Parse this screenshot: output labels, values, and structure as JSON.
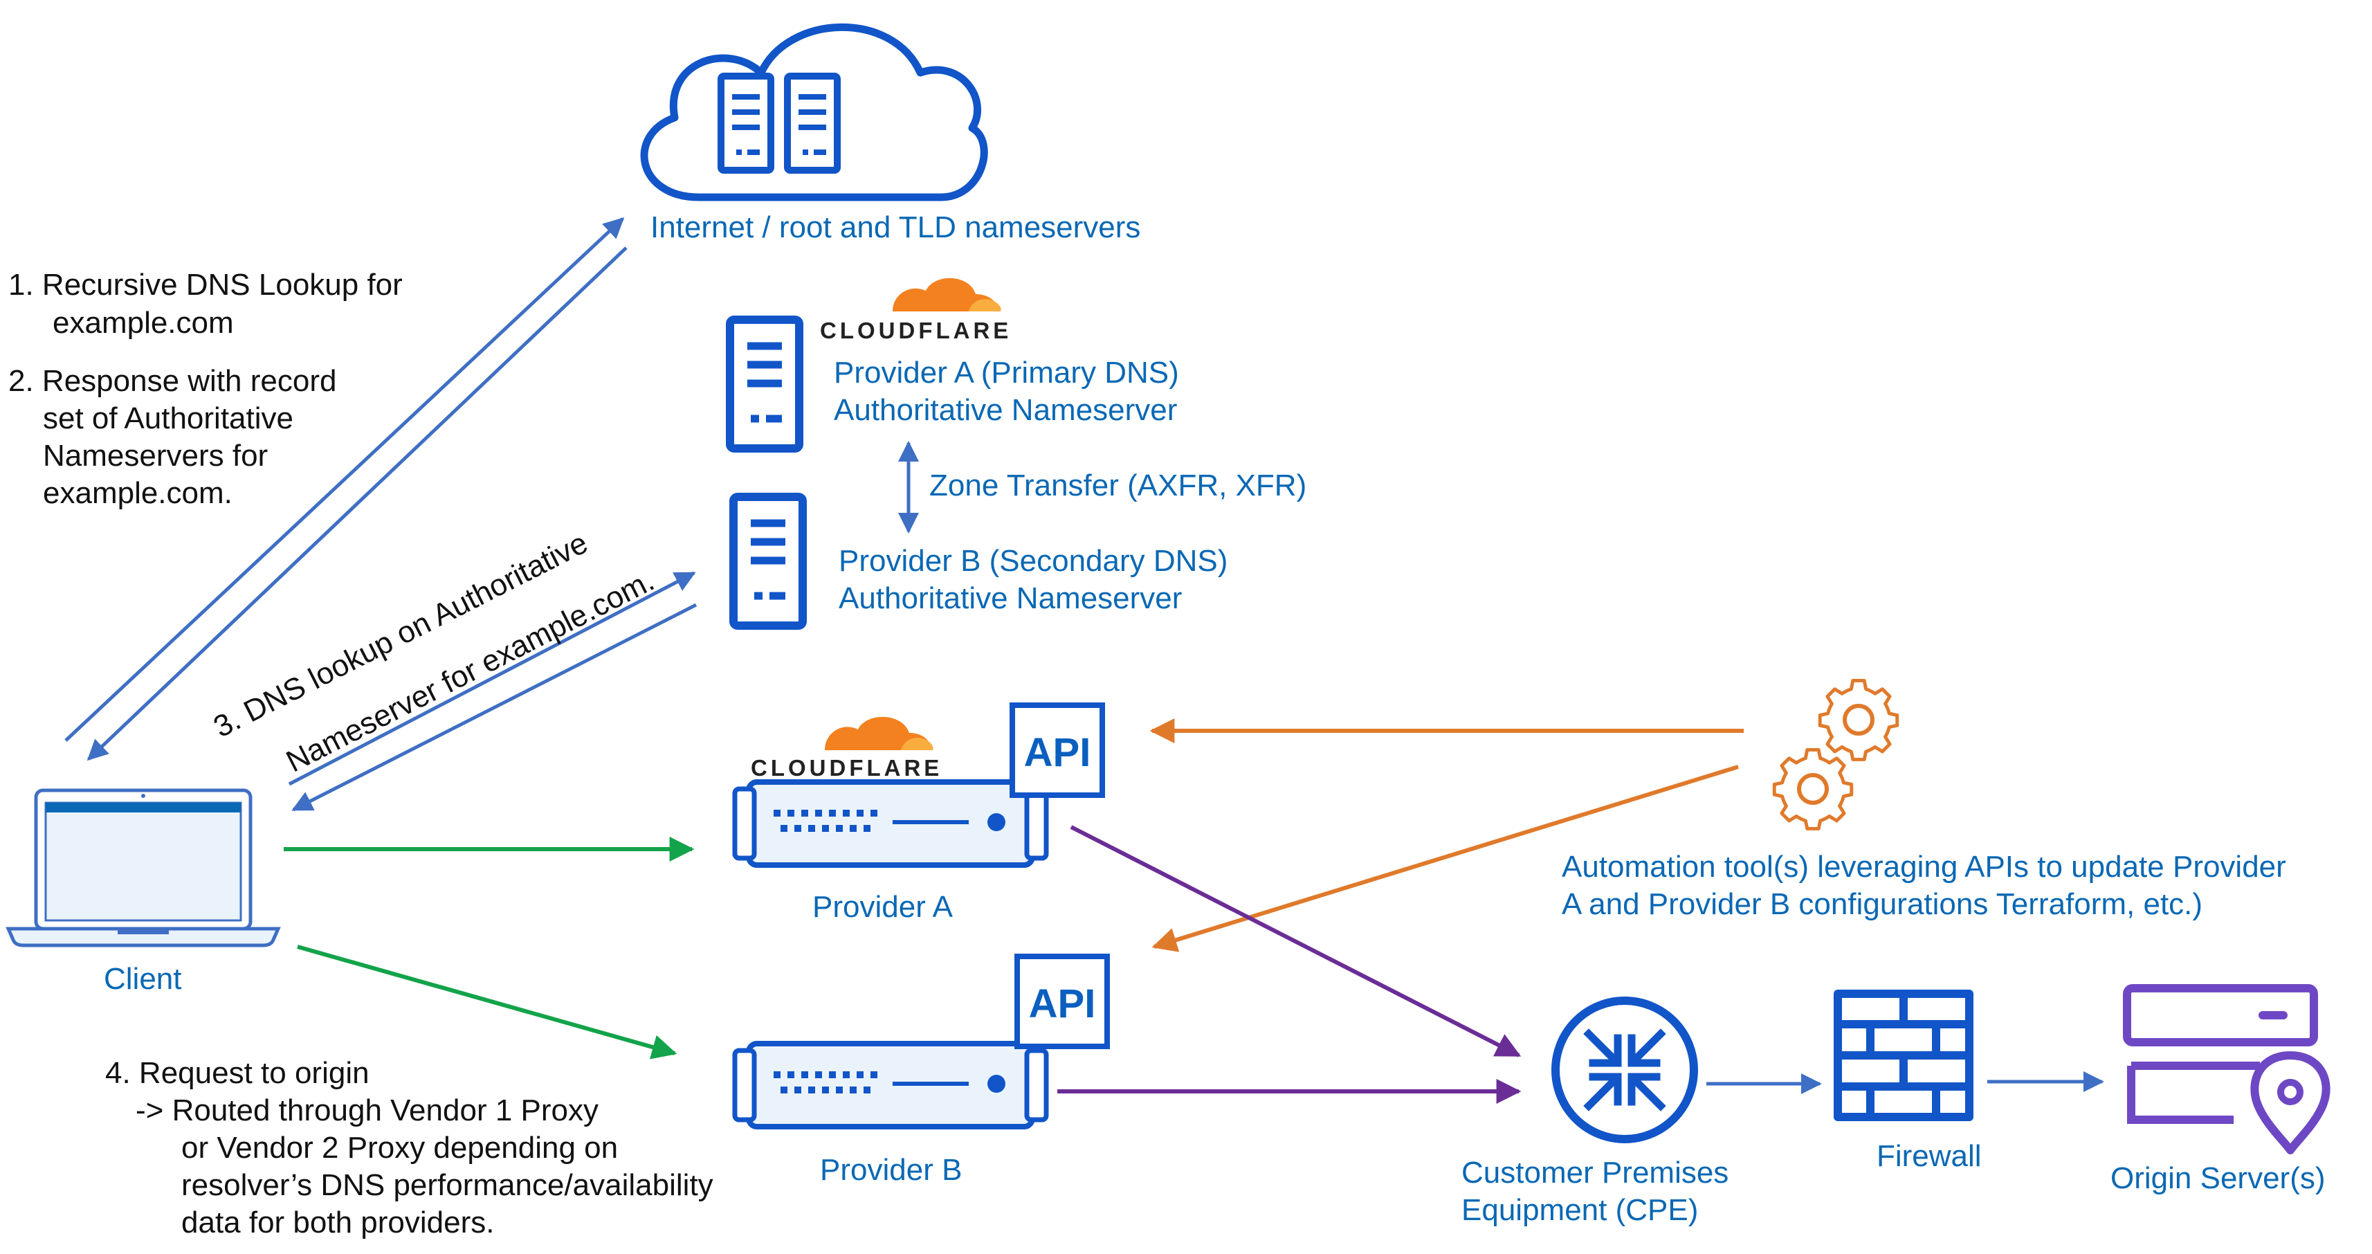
{
  "colors": {
    "blue_icon": "#1155c8",
    "blue_text": "#0a68b4",
    "blue_arrow": "#3f6fc4",
    "green_arrow": "#13a34a",
    "orange_arrow": "#e07a2b",
    "purple_arrow": "#6a2d96",
    "cloudflare_orange": "#f48120",
    "cloudflare_light": "#faad3f",
    "origin_purple": "#6e48c4"
  },
  "nodes": {
    "internet": {
      "label": "Internet / root and TLD nameservers",
      "icon": "cloud-servers-icon"
    },
    "provider_a_ns": {
      "brand": "CLOUDFLARE",
      "line1": "Provider A  (Primary DNS)",
      "line2": "Authoritative Nameserver",
      "icon": "server-icon"
    },
    "provider_b_ns": {
      "line1": "Provider B  (Secondary DNS)",
      "line2": "Authoritative Nameserver",
      "icon": "server-icon"
    },
    "zone_transfer": {
      "label": "Zone Transfer (AXFR, XFR)"
    },
    "client": {
      "label": "Client",
      "icon": "laptop-icon"
    },
    "provider_a_proxy": {
      "brand": "CLOUDFLARE",
      "label": "Provider A",
      "api": "API",
      "icon": "network-appliance-icon"
    },
    "provider_b_proxy": {
      "label": "Provider B",
      "api": "API",
      "icon": "network-appliance-icon"
    },
    "automation": {
      "line1": "Automation tool(s)  leveraging APIs to update Provider",
      "line2": "A and Provider B configurations Terraform, etc.)",
      "icon": "gears-icon"
    },
    "cpe": {
      "line1": "Customer Premises",
      "line2": "Equipment (CPE)",
      "icon": "router-icon"
    },
    "firewall": {
      "label": "Firewall",
      "icon": "firewall-icon"
    },
    "origin": {
      "label": "Origin Server(s)",
      "icon": "origin-server-icon"
    }
  },
  "steps": {
    "step1": {
      "line1": "1. Recursive DNS Lookup for",
      "line2": "example.com"
    },
    "step2": {
      "line1": "2. Response with record",
      "line2": "set of Authoritative",
      "line3": "Nameservers for",
      "line4": "example.com."
    },
    "step3": {
      "line1": "3. DNS lookup on Authoritative",
      "line2": "Nameserver for example.com."
    },
    "step4": {
      "line1": "4. Request to origin",
      "line2": "-> Routed through Vendor 1 Proxy",
      "line3": "or Vendor 2 Proxy depending on",
      "line4": "resolver’s DNS performance/availability",
      "line5": "data for both providers."
    }
  }
}
